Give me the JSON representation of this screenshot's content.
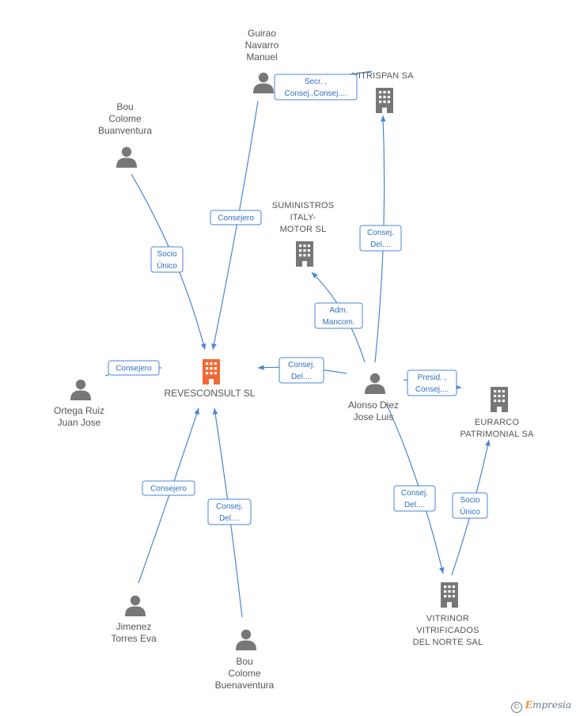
{
  "colors": {
    "edge": "#4a86d4",
    "person": "#777777",
    "company": "#777777",
    "focus": "#f06a35"
  },
  "nodes": [
    {
      "id": "revesconsult",
      "kind": "focus",
      "label": [
        "REVESCONSULT SL"
      ]
    },
    {
      "id": "guirao",
      "kind": "person",
      "label": [
        "Guirao",
        "Navarro",
        "Manuel"
      ]
    },
    {
      "id": "vitrispan",
      "kind": "company",
      "label": [
        "VITRISPAN SA"
      ]
    },
    {
      "id": "bou1",
      "kind": "person",
      "label": [
        "Bou",
        "Colome",
        "Buanventura"
      ]
    },
    {
      "id": "suministros",
      "kind": "company",
      "label": [
        "SUMINISTROS",
        "ITALY-",
        "MOTOR SL"
      ]
    },
    {
      "id": "ortega",
      "kind": "person",
      "label": [
        "Ortega Ruiz",
        "Juan Jose"
      ]
    },
    {
      "id": "alonso",
      "kind": "person",
      "label": [
        "Alonso Diez",
        "Jose Luis"
      ]
    },
    {
      "id": "eurarco",
      "kind": "company",
      "label": [
        "EURARCO",
        "PATRIMONIAL SA"
      ]
    },
    {
      "id": "jimenez",
      "kind": "person",
      "label": [
        "Jimenez",
        "Torres Eva"
      ]
    },
    {
      "id": "bou2",
      "kind": "person",
      "label": [
        "Bou",
        "Colome",
        "Buenaventura"
      ]
    },
    {
      "id": "vitrinor",
      "kind": "company",
      "label": [
        "VITRINOR",
        "VITRIFICADOS",
        "DEL NORTE SAL"
      ]
    }
  ],
  "edges": [
    {
      "from": "guirao",
      "to": "revesconsult",
      "label": [
        "Consejero"
      ]
    },
    {
      "from": "guirao",
      "to": "vitrispan",
      "label": [
        "Secr. ,",
        "Consej.,Consej...."
      ]
    },
    {
      "from": "bou1",
      "to": "revesconsult",
      "label": [
        "Socio",
        "Único"
      ]
    },
    {
      "from": "ortega",
      "to": "revesconsult",
      "label": [
        "Consejero"
      ]
    },
    {
      "from": "alonso",
      "to": "revesconsult",
      "label": [
        "Consej.",
        "Del...."
      ]
    },
    {
      "from": "alonso",
      "to": "suministros",
      "label": [
        "Adm.",
        "Mancom."
      ]
    },
    {
      "from": "alonso",
      "to": "vitrispan",
      "label": [
        "Consej.",
        "Del...."
      ]
    },
    {
      "from": "alonso",
      "to": "eurarco",
      "label": [
        "Presid. ,",
        "Consej...."
      ]
    },
    {
      "from": "alonso",
      "to": "vitrinor",
      "label": [
        "Consej.",
        "Del...."
      ]
    },
    {
      "from": "vitrinor",
      "to": "eurarco",
      "label": [
        "Socio",
        "Único"
      ]
    },
    {
      "from": "jimenez",
      "to": "revesconsult",
      "label": [
        "Consejero"
      ]
    },
    {
      "from": "bou2",
      "to": "revesconsult",
      "label": [
        "Consej.",
        "Del...."
      ]
    }
  ],
  "brand": {
    "symbol": "©",
    "name_initial": "E",
    "name_rest": "mpresia"
  }
}
